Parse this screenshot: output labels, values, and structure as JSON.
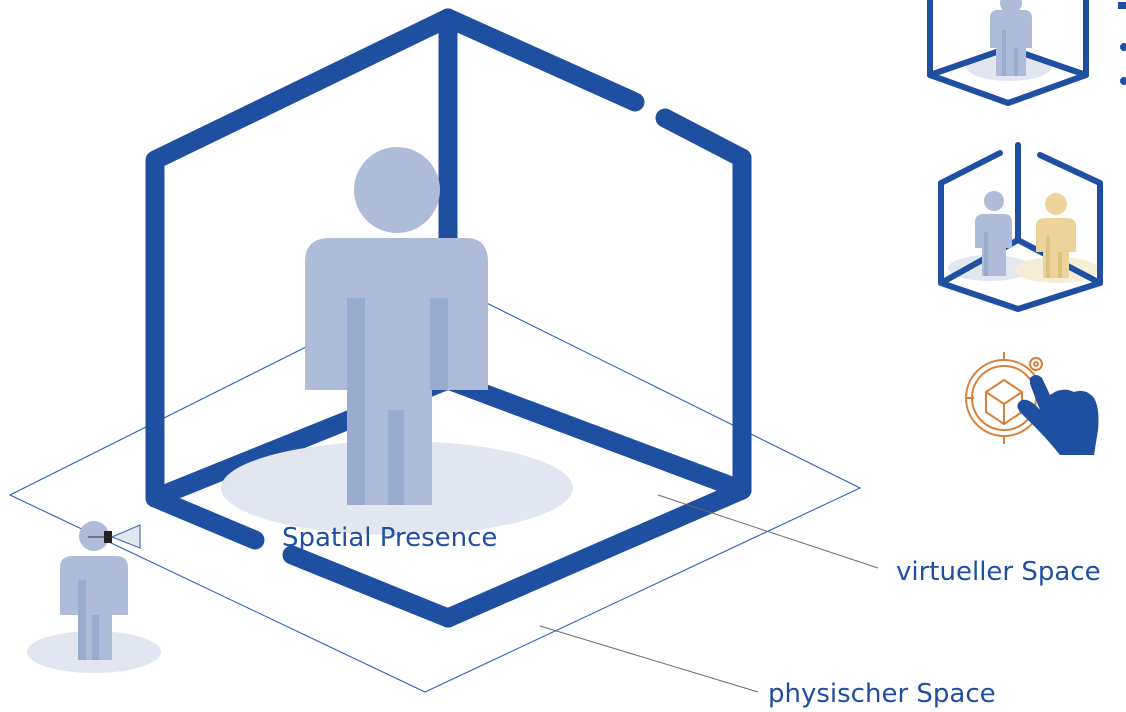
{
  "labels": {
    "spatial_presence": "Spatial Presence",
    "virtual_space": "virtueller Space",
    "physical_space": "physischer Space"
  },
  "icons": {
    "main": "virtual-room-cube-with-person",
    "small_1": "person-in-cube-icon",
    "small_2": "two-persons-in-cube-icon",
    "small_3": "hand-touching-3d-object-icon",
    "observer": "observer-person-with-hmd"
  },
  "colors": {
    "cube_blue": "#1f4fa0",
    "person_fill": "#aebbd9",
    "person_shade": "#9aabd0",
    "floor_ellipse": "#e2e6f1",
    "second_person": "#ecd39c",
    "second_floor": "#f6edd5",
    "orange_accent": "#d9803a",
    "leader_line": "#6b6b6b",
    "plane_line": "#2f62b5"
  }
}
